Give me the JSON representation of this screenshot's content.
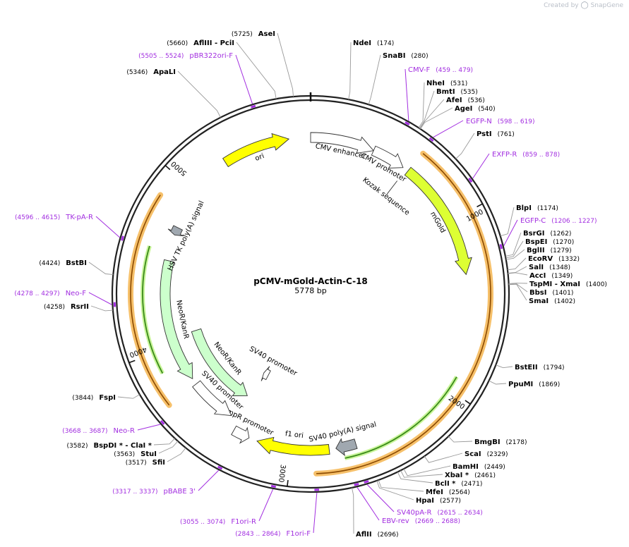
{
  "watermark": {
    "created_by": "Created by",
    "brand": "SnapGene"
  },
  "plasmid": {
    "name": "pCMV-mGold-Actin-C-18",
    "length_label": "5778 bp",
    "length": 5778
  },
  "colors": {
    "backbone": "#222222",
    "primer": "#a22ee0",
    "feature_yellow": "#ffff00",
    "feature_lime": "#ddff33",
    "feature_lightgreen": "#ccffcc",
    "feature_gray": "#a0a8b0",
    "feature_white": "#ffffff",
    "orf_highlight": "#f6c06a",
    "orf_line": "#8b4a00",
    "green_arrow": "#3a8a1a"
  },
  "ticks": [
    {
      "label": "1000",
      "pos": 1000
    },
    {
      "label": "2000",
      "pos": 2000
    },
    {
      "label": "3000",
      "pos": 3000
    },
    {
      "label": "4000",
      "pos": 4000
    },
    {
      "label": "5000",
      "pos": 5000
    }
  ],
  "features": [
    {
      "label": "ori",
      "start": 5250,
      "end": 5650,
      "dir": 1,
      "color": "#ffff00"
    },
    {
      "label": "CMV enhancer",
      "start": 5778,
      "end": 380,
      "dir": 1,
      "color": "#ffffff"
    },
    {
      "label": "CMV promoter",
      "start": 380,
      "end": 580,
      "dir": 1,
      "color": "#ffffff"
    },
    {
      "label": "Kozak sequence",
      "start": 600,
      "end": 610,
      "dir": 1,
      "color": "#ffffff"
    },
    {
      "label": "mGold",
      "start": 615,
      "end": 1330,
      "dir": 1,
      "color": "#ddff33"
    },
    {
      "label": "SV40 poly(A) signal",
      "start": 2620,
      "end": 2740,
      "dir": 1,
      "color": "#a0a8b0"
    },
    {
      "label": "f1 ori",
      "start": 2780,
      "end": 3210,
      "dir": 1,
      "color": "#ffff00"
    },
    {
      "label": "AmpR promoter",
      "start": 3260,
      "end": 3360,
      "dir": -1,
      "color": "#ffffff"
    },
    {
      "label": "SV40 promoter",
      "start": 3420,
      "end": 3720,
      "dir": -1,
      "color": "#ffffff"
    },
    {
      "label": "NeoR/KanR",
      "start": 3760,
      "end": 4545,
      "dir": -1,
      "color": "#ccffcc"
    },
    {
      "label": "HSV TK poly(A) signal",
      "start": 4710,
      "end": 4760,
      "dir": -1,
      "color": "#a0a8b0"
    },
    {
      "label": "SV40 promoter",
      "start": 3330,
      "end": 3380,
      "dir": 1,
      "color": "#ffffff"
    },
    {
      "label": "NeoR/KanR",
      "start": 3400,
      "end": 4050,
      "dir": -1,
      "color": "#ccffcc"
    }
  ],
  "orfs": [
    {
      "start": 620,
      "end": 2860,
      "dir": 1
    },
    {
      "start": 3720,
      "end": 4870,
      "dir": -1
    }
  ],
  "green_lines": [
    {
      "start": 1920,
      "end": 2700,
      "dir": -1
    },
    {
      "start": 3880,
      "end": 4600,
      "dir": -1
    }
  ],
  "sites": [
    {
      "name": "AseI",
      "pos": "(5725)",
      "side": "left"
    },
    {
      "name": "AflIII  - PciI",
      "pos": "(5660)",
      "side": "left"
    },
    {
      "name": "ApaLI",
      "pos": "(5346)",
      "side": "left"
    },
    {
      "name": "NdeI",
      "pos": "(174)",
      "side": "right"
    },
    {
      "name": "SnaBI",
      "pos": "(280)",
      "side": "right"
    },
    {
      "name": "NheI",
      "pos": "(531)",
      "side": "right"
    },
    {
      "name": "BmtI",
      "pos": "(535)",
      "side": "right"
    },
    {
      "name": "AfeI",
      "pos": "(536)",
      "side": "right"
    },
    {
      "name": "AgeI",
      "pos": "(540)",
      "side": "right"
    },
    {
      "name": "PstI",
      "pos": "(761)",
      "side": "right"
    },
    {
      "name": "BlpI",
      "pos": "(1174)",
      "side": "right"
    },
    {
      "name": "BsrGI",
      "pos": "(1262)",
      "side": "right"
    },
    {
      "name": "BspEI",
      "pos": "(1270)",
      "side": "right"
    },
    {
      "name": "BglII",
      "pos": "(1279)",
      "side": "right"
    },
    {
      "name": "EcoRV",
      "pos": "(1332)",
      "side": "right"
    },
    {
      "name": "SalI",
      "pos": "(1348)",
      "side": "right"
    },
    {
      "name": "AccI",
      "pos": "(1349)",
      "side": "right"
    },
    {
      "name": "TspMI  - XmaI",
      "pos": "(1400)",
      "side": "right"
    },
    {
      "name": "BbsI",
      "pos": "(1401)",
      "side": "right"
    },
    {
      "name": "SmaI",
      "pos": "(1402)",
      "side": "right"
    },
    {
      "name": "BstEII",
      "pos": "(1794)",
      "side": "right"
    },
    {
      "name": "PpuMI",
      "pos": "(1869)",
      "side": "right"
    },
    {
      "name": "BmgBI",
      "pos": "(2178)",
      "side": "right"
    },
    {
      "name": "ScaI",
      "pos": "(2329)",
      "side": "right"
    },
    {
      "name": "BamHI",
      "pos": "(2449)",
      "side": "right"
    },
    {
      "name": "XbaI *",
      "pos": "(2461)",
      "side": "right"
    },
    {
      "name": "BclI *",
      "pos": "(2471)",
      "side": "right"
    },
    {
      "name": "MfeI",
      "pos": "(2564)",
      "side": "right"
    },
    {
      "name": "HpaI",
      "pos": "(2577)",
      "side": "right"
    },
    {
      "name": "AflII",
      "pos": "(2696)",
      "side": "right"
    },
    {
      "name": "BstBI",
      "pos": "(4424)",
      "side": "left"
    },
    {
      "name": "RsrII",
      "pos": "(4258)",
      "side": "left"
    },
    {
      "name": "FspI",
      "pos": "(3844)",
      "side": "left"
    },
    {
      "name": "BspDI *  - ClaI *",
      "pos": "(3582)",
      "side": "left"
    },
    {
      "name": "StuI",
      "pos": "(3563)",
      "side": "left"
    },
    {
      "name": "SfiI",
      "pos": "(3517)",
      "side": "left"
    }
  ],
  "primers": [
    {
      "name": "pBR322ori-F",
      "pos": "(5505 .. 5524)",
      "side": "left"
    },
    {
      "name": "CMV-F",
      "pos": "(459 .. 479)",
      "side": "right"
    },
    {
      "name": "EGFP-N",
      "pos": "(598 .. 619)",
      "side": "right"
    },
    {
      "name": "EXFP-R",
      "pos": "(859 .. 878)",
      "side": "right"
    },
    {
      "name": "EGFP-C",
      "pos": "(1206 .. 1227)",
      "side": "right"
    },
    {
      "name": "TK-pA-R",
      "pos": "(4596 .. 4615)",
      "side": "left"
    },
    {
      "name": "Neo-F",
      "pos": "(4278 .. 4297)",
      "side": "left"
    },
    {
      "name": "Neo-R",
      "pos": "(3668 .. 3687)",
      "side": "left"
    },
    {
      "name": "pBABE 3'",
      "pos": "(3317 .. 3337)",
      "side": "left"
    },
    {
      "name": "F1ori-R",
      "pos": "(3055 .. 3074)",
      "side": "left"
    },
    {
      "name": "F1ori-F",
      "pos": "(2843 .. 2864)",
      "side": "left"
    },
    {
      "name": "EBV-rev",
      "pos": "(2669 .. 2688)",
      "side": "right"
    },
    {
      "name": "SV40pA-R",
      "pos": "(2615 .. 2634)",
      "side": "right"
    }
  ]
}
